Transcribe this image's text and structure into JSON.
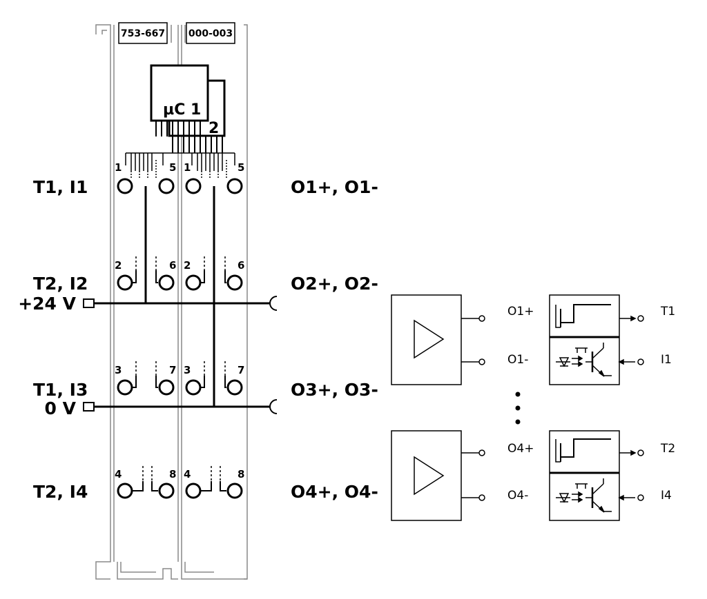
{
  "module": {
    "part_number": "753-667",
    "code": "000-003",
    "chip_label": "µC 1",
    "chip2_label": "2"
  },
  "terminal_labels": {
    "row1_left": "T1, I1",
    "row2_left": "T2, I2",
    "row2_supply": "+24 V",
    "row3_left": "T1, I3",
    "row3_supply": "0 V",
    "row4_left": "T2, I4",
    "row1_right": "O1+, O1-",
    "row2_right": "O2+, O2-",
    "row3_right": "O3+, O3-",
    "row4_right": "O4+, O4-"
  },
  "pin_numbers": {
    "a1": "1",
    "a5": "5",
    "b1": "1",
    "b5": "5",
    "a2": "2",
    "a6": "6",
    "b2": "2",
    "b6": "6",
    "a3": "3",
    "a7": "7",
    "b3": "3",
    "b7": "7",
    "a4": "4",
    "a8": "8",
    "b4": "4",
    "b8": "8"
  },
  "schematic": {
    "out1p": "O1+",
    "out1m": "O1-",
    "out4p": "O4+",
    "out4m": "O4-",
    "t1": "T1",
    "i1": "I1",
    "t2": "T2",
    "i4": "I4"
  }
}
